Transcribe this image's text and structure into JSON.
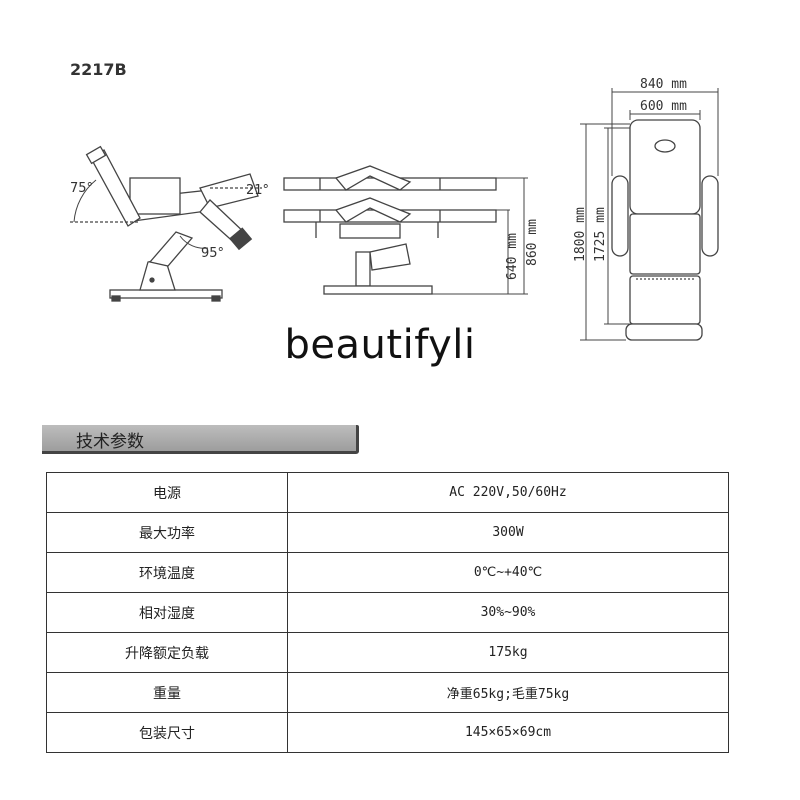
{
  "model": "2217B",
  "brand": "beautifyli",
  "drawing": {
    "angles": {
      "a1": "75°",
      "a2": "21°",
      "a3": "95°"
    },
    "height_min": "640 mm",
    "height_max": "860 mm",
    "width_outer": "840 mm",
    "width_inner": "600 mm",
    "length_outer": "1800 mm",
    "length_inner": "1725 mm"
  },
  "section_title": "技术参数",
  "specs": [
    {
      "label": "电源",
      "value": "AC 220V,50/60Hz"
    },
    {
      "label": "最大功率",
      "value": "300W"
    },
    {
      "label": "环境温度",
      "value": "0℃~+40℃"
    },
    {
      "label": "相对湿度",
      "value": "30%~90%"
    },
    {
      "label": "升降额定负载",
      "value": "175kg"
    },
    {
      "label": "重量",
      "value": "净重65kg;毛重75kg"
    },
    {
      "label": "包装尺寸",
      "value": "145×65×69cm"
    }
  ]
}
